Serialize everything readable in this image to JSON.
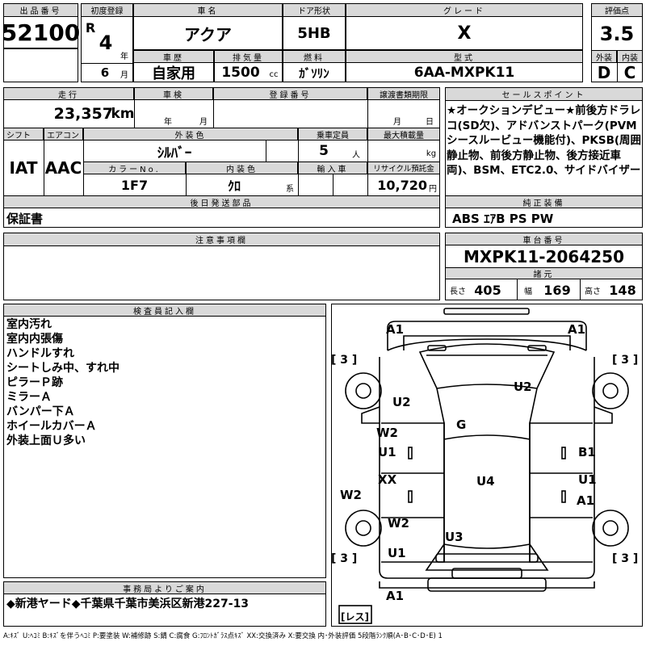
{
  "header": {
    "lot_number_label": "出品番号",
    "lot_number": "52100",
    "first_reg_label": "初度登録",
    "era": "R",
    "year": "4",
    "year_unit": "年",
    "month": "6",
    "month_unit": "月",
    "car_name_label": "車名",
    "car_name": "アクア",
    "door_label": "ドア形状",
    "door": "5HB",
    "grade_label": "グレード",
    "grade": "X",
    "score_label": "評価点",
    "score": "3.5",
    "history_label": "車歴",
    "history": "自家用",
    "displacement_label": "排気量",
    "displacement": "1500",
    "displacement_unit": "cc",
    "fuel_label": "燃料",
    "fuel": "ｶﾞｿﾘﾝ",
    "model_label": "型式",
    "model": "6AA-MXPK11",
    "exterior_label": "外装",
    "exterior_grade": "D",
    "interior_label": "内装",
    "interior_grade": "C"
  },
  "mid": {
    "mileage_label": "走行",
    "mileage": "23,357",
    "mileage_unit": "km",
    "inspection_label": "車検",
    "insp_year_unit": "年",
    "insp_month_unit": "月",
    "registration_label": "登録番号",
    "transfer_label": "譲渡書類期限",
    "transfer_month_unit": "月",
    "transfer_day_unit": "日",
    "shift_label": "シフト",
    "shift": "IAT",
    "ac_label": "エアコン",
    "ac": "AAC",
    "color_label": "外装色",
    "color": "ｼﾙﾊﾞｰ",
    "capacity_label": "乗車定員",
    "capacity": "5",
    "capacity_unit": "人",
    "load_label": "最大積載量",
    "load_unit": "kg",
    "color_no_label": "カラーNo.",
    "color_no": "1F7",
    "int_color_label": "内装色",
    "int_color": "ｸﾛ",
    "int_color_unit": "系",
    "import_label": "輸入車",
    "recycle_label": "リサイクル預託金",
    "recycle": "10,720",
    "recycle_unit": "円",
    "later_parts_label": "後日発送部品",
    "later_parts": "保証書"
  },
  "sales": {
    "label": "セールスポイント",
    "text": "★オークションデビュー★前後方ドラレコ(SD欠)、アドバンストパーク(PVMシースルービュー機能付)、PKSB(周囲静止物、前後方静止物、後方接近車両)、BSM、ETC2.0、サイドバイザー",
    "equip_label": "純正装備",
    "equip": "ABS ｴｱB PS PW"
  },
  "notes": {
    "label": "注意事項欄",
    "text": ""
  },
  "chassis": {
    "label": "車台番号",
    "number": "MXPK11-2064250",
    "spec_label": "諸元",
    "length_label": "長さ",
    "length": "405",
    "width_label": "幅",
    "width": "169",
    "height_label": "高さ",
    "height": "148"
  },
  "inspector": {
    "label": "検査員記入欄",
    "lines": [
      "室内汚れ",
      "室内内張傷",
      "ハンドルすれ",
      "シートしみ中、すれ中",
      "ピラーＰ跡",
      "ミラーＡ",
      "バンパー下Ａ",
      "ホイールカバーＡ",
      "外装上面Ｕ多い"
    ]
  },
  "office": {
    "label": "事務局よりご案内",
    "text": "◆新港ヤード◆千葉県千葉市美浜区新港227-13"
  },
  "diagram": {
    "marks": {
      "front_left": "A1",
      "front_right": "A1",
      "tire_fl": "[ 3 ]",
      "tire_fr": "[ 3 ]",
      "tire_rl": "[ 3 ]",
      "tire_rr": "[ 3 ]",
      "left_fender": "U2",
      "hood": "U2",
      "windshield": "G",
      "left_front_door_a": "W2",
      "left_front_door_b": "U1",
      "left_rear_door": "XX",
      "roof": "U4",
      "left_side": "W2",
      "left_rear_door2": "W2",
      "left_quarter": "U1",
      "rear_glass": "U3",
      "right_front": "B1",
      "right_rear_a": "U1",
      "right_rear_b": "A1",
      "rear_bumper": "A1",
      "spare": "[レス]"
    }
  },
  "legend": "A:ｷｽﾞ U:ﾍｺﾐ B:ｷｽﾞを伴うﾍｺﾐ P:要塗装 W:補修跡 S:錆 C:腐食 G:ﾌﾛﾝﾄｶﾞﾗｽ点ｷｽﾞ XX:交換済み X:要交換 内･外装評価 5段階ﾗﾝｸ順(A･B･C･D･E) 1"
}
